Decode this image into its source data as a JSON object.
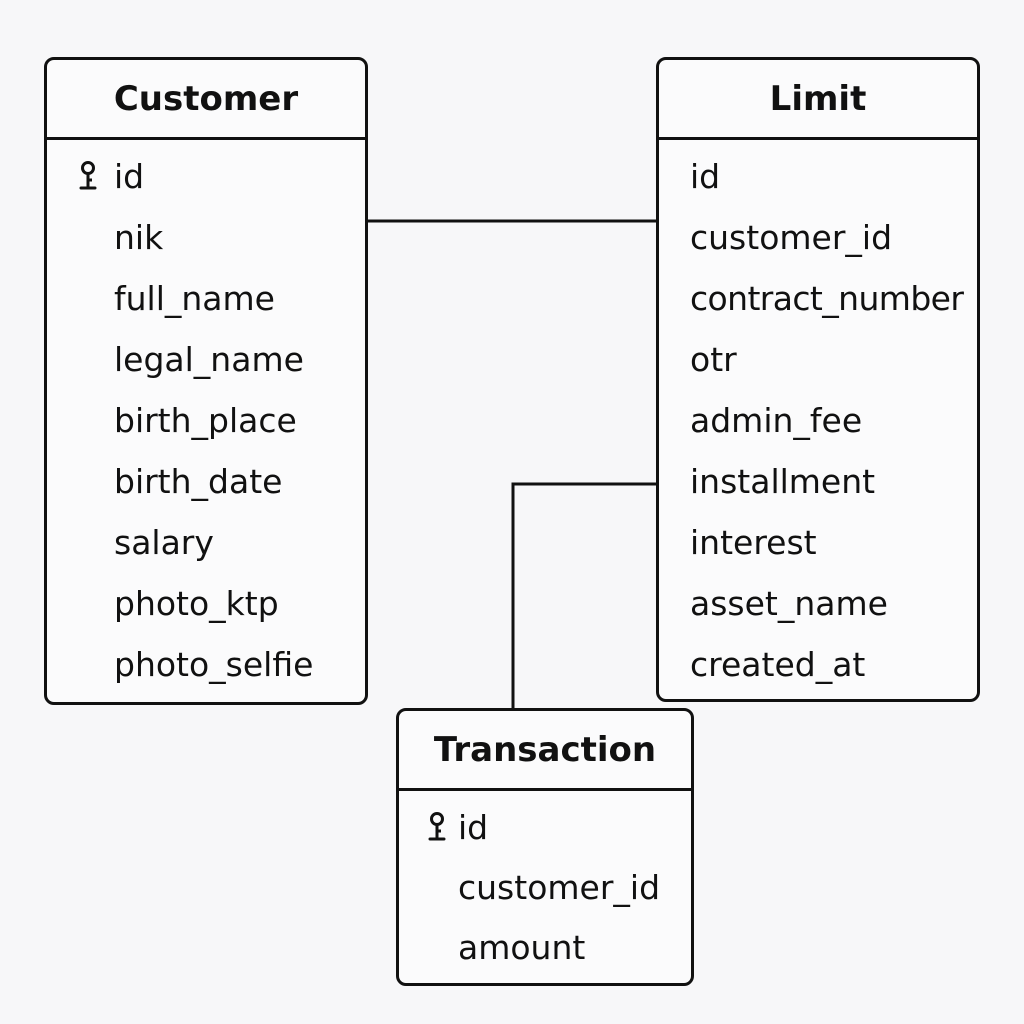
{
  "diagram": {
    "entities": {
      "customer": {
        "title": "Customer",
        "fields": [
          {
            "name": "id",
            "primary_key": true
          },
          {
            "name": "nik"
          },
          {
            "name": "full_name"
          },
          {
            "name": "legal_name"
          },
          {
            "name": "birth_place"
          },
          {
            "name": "birth_date"
          },
          {
            "name": "salary"
          },
          {
            "name": "photo_ktp"
          },
          {
            "name": "photo_selfie"
          }
        ]
      },
      "limit": {
        "title": "Limit",
        "fields": [
          {
            "name": "id"
          },
          {
            "name": "customer_id"
          },
          {
            "name": "contract_number"
          },
          {
            "name": "otr"
          },
          {
            "name": "admin_fee"
          },
          {
            "name": "installment"
          },
          {
            "name": "interest"
          },
          {
            "name": "asset_name"
          },
          {
            "name": "created_at"
          }
        ]
      },
      "transaction": {
        "title": "Transaction",
        "fields": [
          {
            "name": "id",
            "primary_key": true
          },
          {
            "name": "customer_id"
          },
          {
            "name": "amount"
          }
        ]
      }
    },
    "relationships": [
      {
        "from": "customer",
        "to": "limit"
      },
      {
        "from": "limit",
        "to": "transaction"
      }
    ],
    "icons": {
      "primary_key": "key-icon"
    },
    "colors": {
      "line": "#111111",
      "background": "#f7f7f9",
      "entity_fill": "#fbfbfc"
    }
  }
}
